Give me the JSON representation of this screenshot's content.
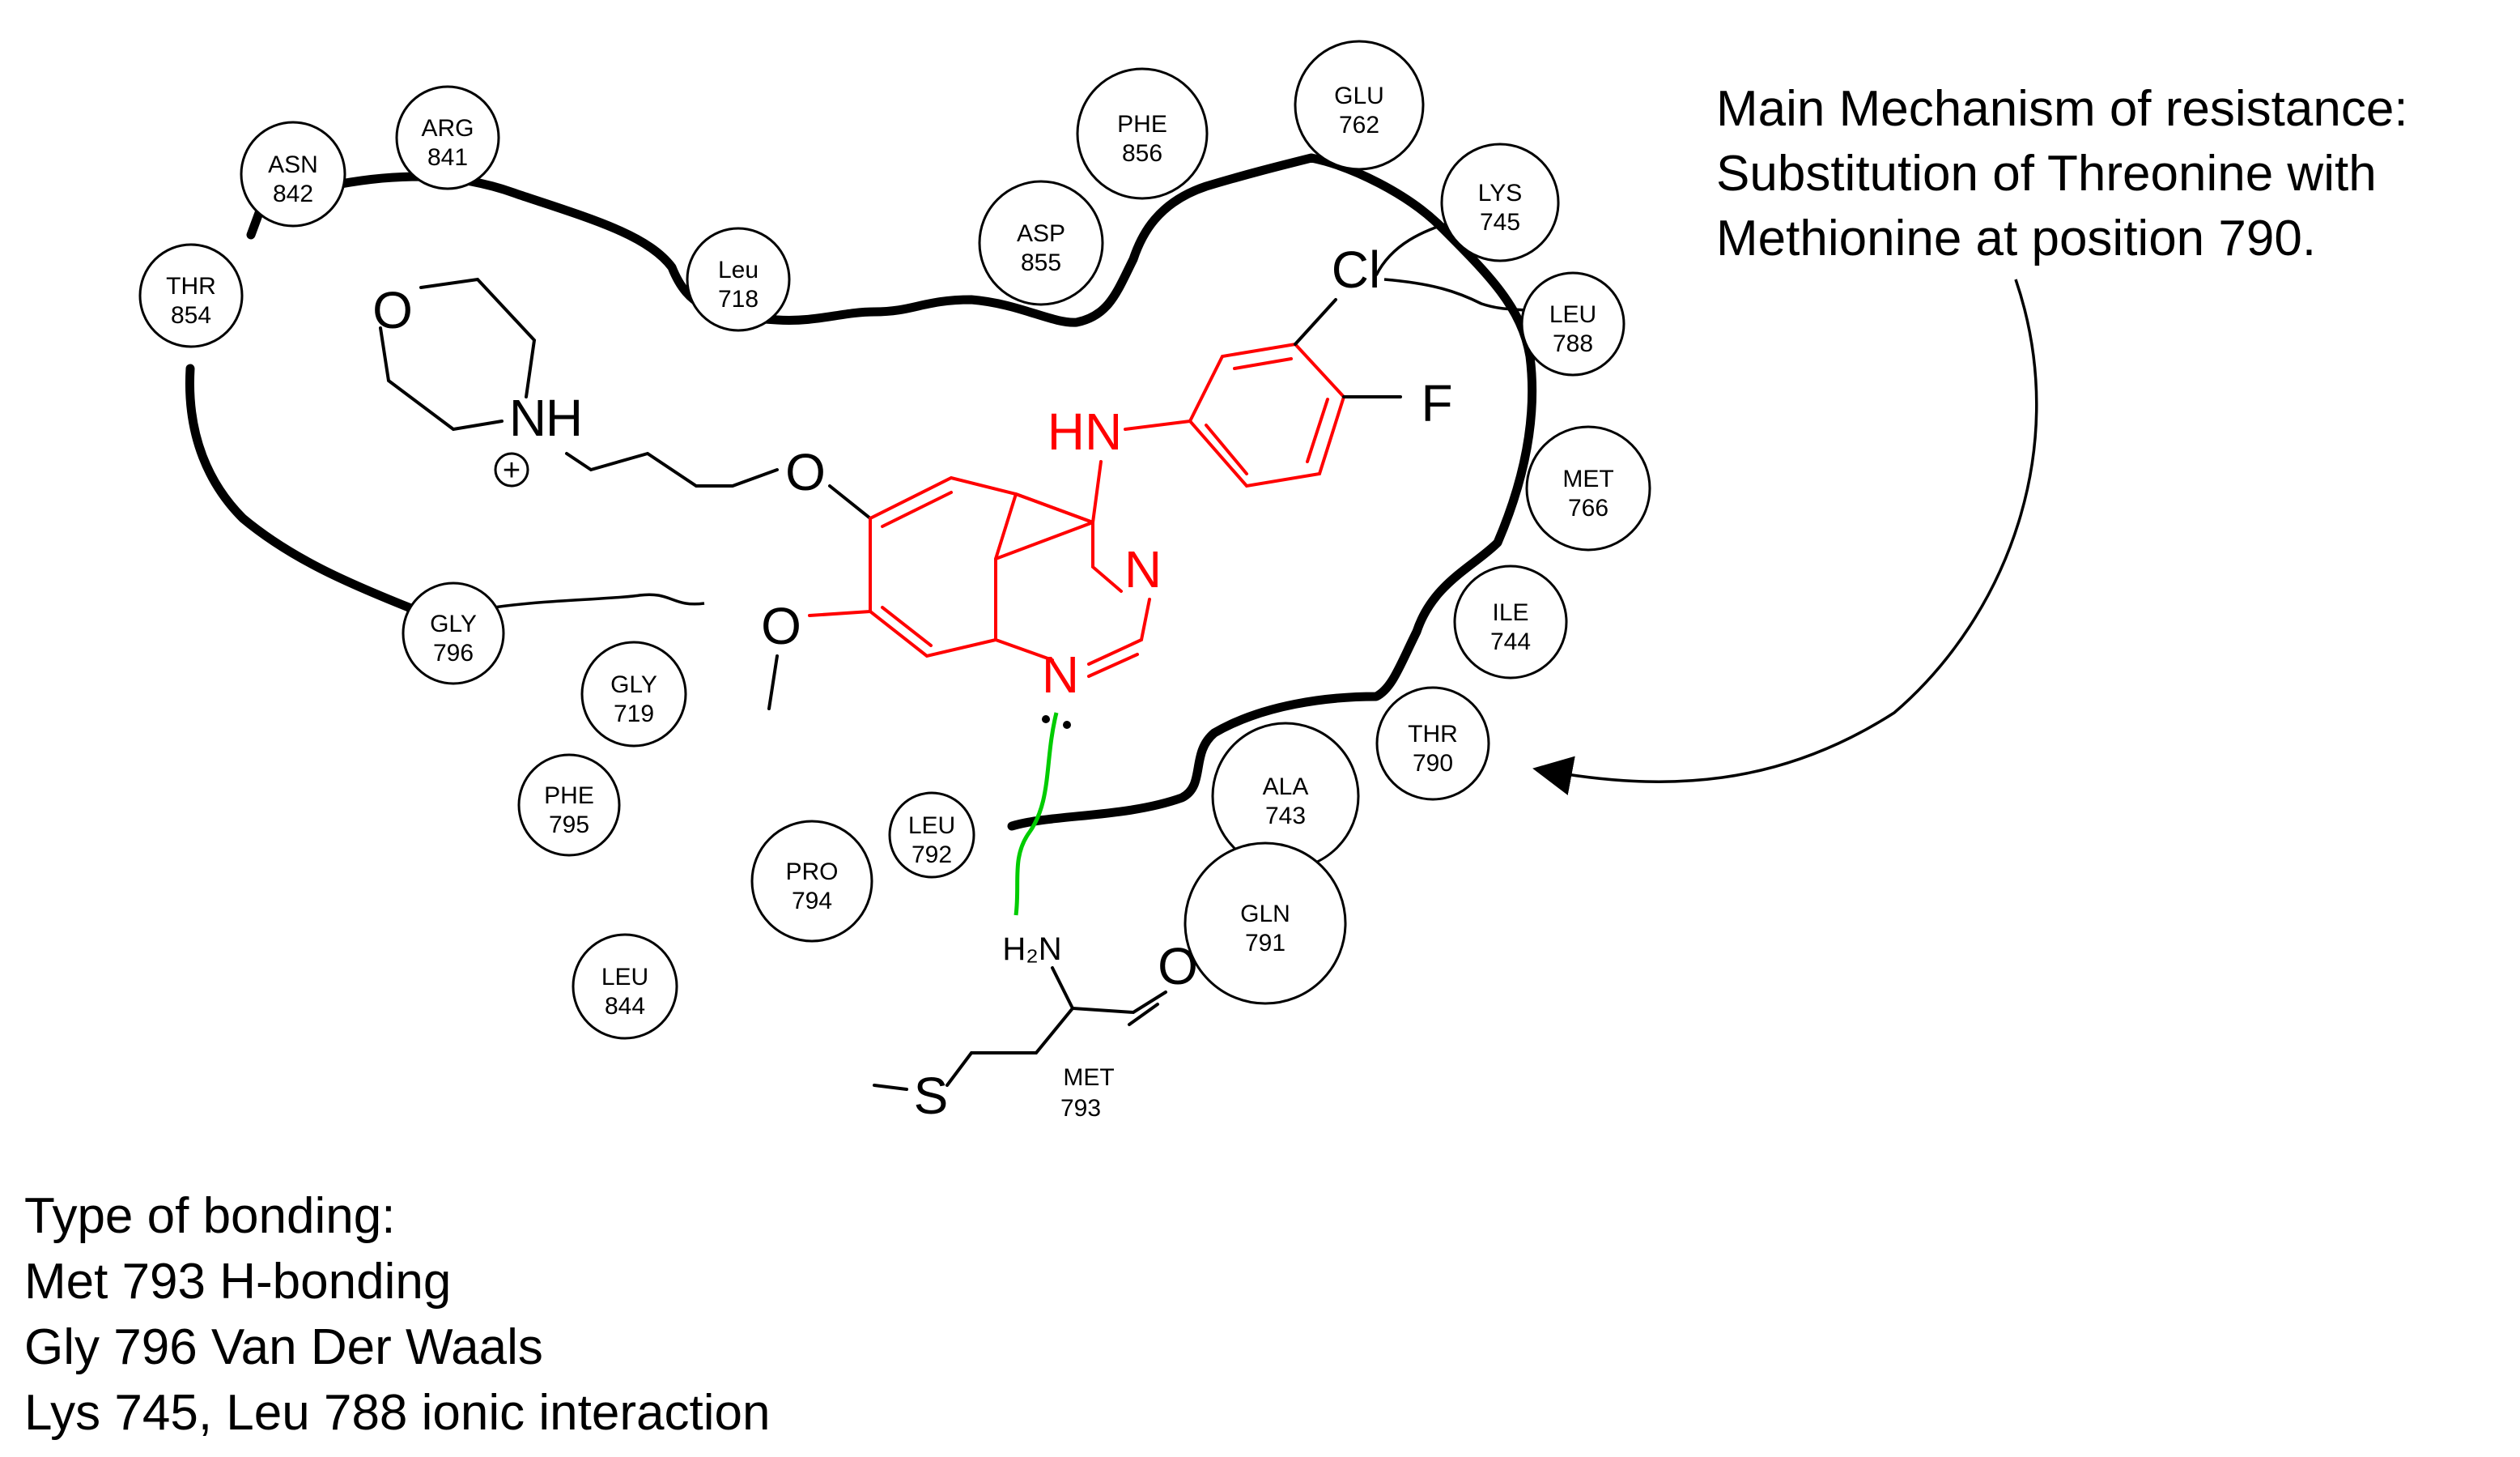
{
  "residues": [
    {
      "name": "ARG",
      "num": "841"
    },
    {
      "name": "ASN",
      "num": "842"
    },
    {
      "name": "THR",
      "num": "854"
    },
    {
      "name": "Leu",
      "num": "718"
    },
    {
      "name": "PHE",
      "num": "856"
    },
    {
      "name": "ASP",
      "num": "855"
    },
    {
      "name": "GLU",
      "num": "762"
    },
    {
      "name": "LYS",
      "num": "745"
    },
    {
      "name": "LEU",
      "num": "788"
    },
    {
      "name": "MET",
      "num": "766"
    },
    {
      "name": "ILE",
      "num": "744"
    },
    {
      "name": "THR",
      "num": "790"
    },
    {
      "name": "ALA",
      "num": "743"
    },
    {
      "name": "GLN",
      "num": "791"
    },
    {
      "name": "GLY",
      "num": "796"
    },
    {
      "name": "GLY",
      "num": "719"
    },
    {
      "name": "PHE",
      "num": "795"
    },
    {
      "name": "PRO",
      "num": "794"
    },
    {
      "name": "LEU",
      "num": "792"
    },
    {
      "name": "LEU",
      "num": "844"
    }
  ],
  "atoms": {
    "morpholine_o": "O",
    "morpholine_n": "N",
    "morpholine_h": "H",
    "charge": "+",
    "ether_o1": "O",
    "ether_o2": "O",
    "ring_n1": "N",
    "ring_n3": "N",
    "hn": "HN",
    "cl": "Cl",
    "f": "F",
    "h2n": "H₂N",
    "carbonyl_o": "O",
    "sulfur": "S"
  },
  "met793_label": {
    "name": "MET",
    "num": "793"
  },
  "annotation": [
    "Main Mechanism of resistance:",
    "Substitution of Threonine with",
    "Methionine at position 790."
  ],
  "bonding_notes": [
    "Type of bonding:",
    "Met 793 H-bonding",
    "Gly 796 Van Der Waals",
    "Lys 745, Leu 788 ionic interaction"
  ],
  "colors": {
    "ligand_core": "#ff0000",
    "hbond": "#00cc00",
    "backbone": "#000000"
  }
}
